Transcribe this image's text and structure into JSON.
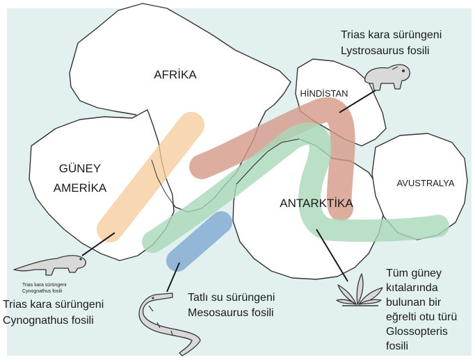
{
  "continents": {
    "africa": "AFRİKA",
    "south_america": [
      "GÜNEY",
      "AMERİKA"
    ],
    "india": "HİNDİSTAN",
    "antarctica": "ANTARKTİKA",
    "australia": "AVUSTRALYA"
  },
  "fossils": {
    "lystrosaurus": [
      "Trias kara sürüngeni",
      "Lystrosaurus fosili"
    ],
    "cynognathus_small": [
      "Trias kara sürüngeni",
      "Cynognathus fosili"
    ],
    "cynognathus": [
      "Trias kara sürüngeni",
      "Cynognathus fosili"
    ],
    "mesosaurus": [
      "Tatlı su sürüngeni",
      "Mesosaurus fosili"
    ],
    "glossopteris": [
      "Tüm güney",
      "kıtalarında",
      "bulunan bir",
      "eğrelti otu türü",
      "Glossopteris",
      "fosili"
    ]
  },
  "colors": {
    "ocean": "#e2f0ef",
    "cynognathus_band": "#f6c99a",
    "lystrosaurus_band": "#d49a88",
    "glossopteris_band": "#a9d8b9",
    "mesosaurus_band": "#7fa9d1"
  },
  "icons": [
    "lystrosaurus-icon",
    "cynognathus-icon",
    "mesosaurus-icon",
    "glossopteris-icon"
  ]
}
